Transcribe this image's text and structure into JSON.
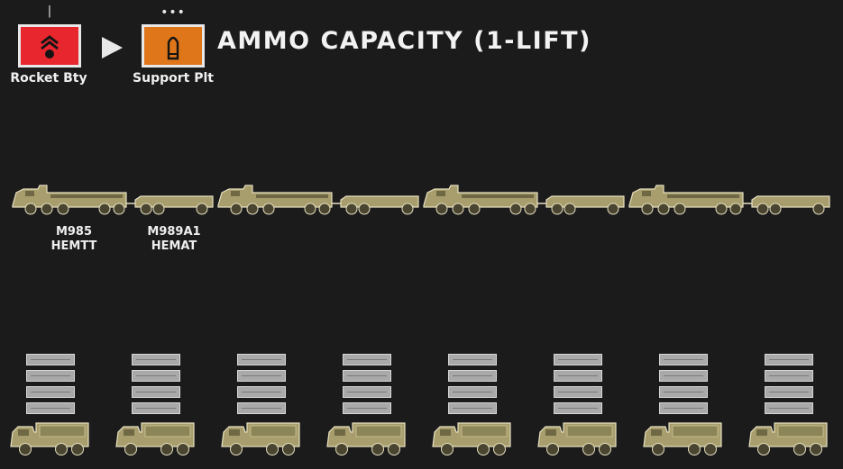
{
  "title": "AMMO CAPACITY (1-LIFT)",
  "units": [
    {
      "label": "Rocket Bty",
      "fill": "#e8262e",
      "icon": "rocket-artillery-icon",
      "echelon": "|"
    },
    {
      "label": "Support Plt",
      "fill": "#e0761a",
      "icon": "ammunition-icon",
      "echelon": "•••"
    }
  ],
  "arrow_icon": "play-arrow-icon",
  "vehicle_labels": [
    {
      "line1": "M985",
      "line2": "HEMTT"
    },
    {
      "line1": "M989A1",
      "line2": "HEMAT"
    }
  ],
  "truck_pair_count": 4,
  "launcher_count": 8,
  "pods_per_launcher": 4,
  "colors": {
    "background": "#1b1b1c",
    "vehicle": "#a89d6c",
    "vehicle_dark": "#6f6844",
    "pod": "#a9a9a9"
  }
}
